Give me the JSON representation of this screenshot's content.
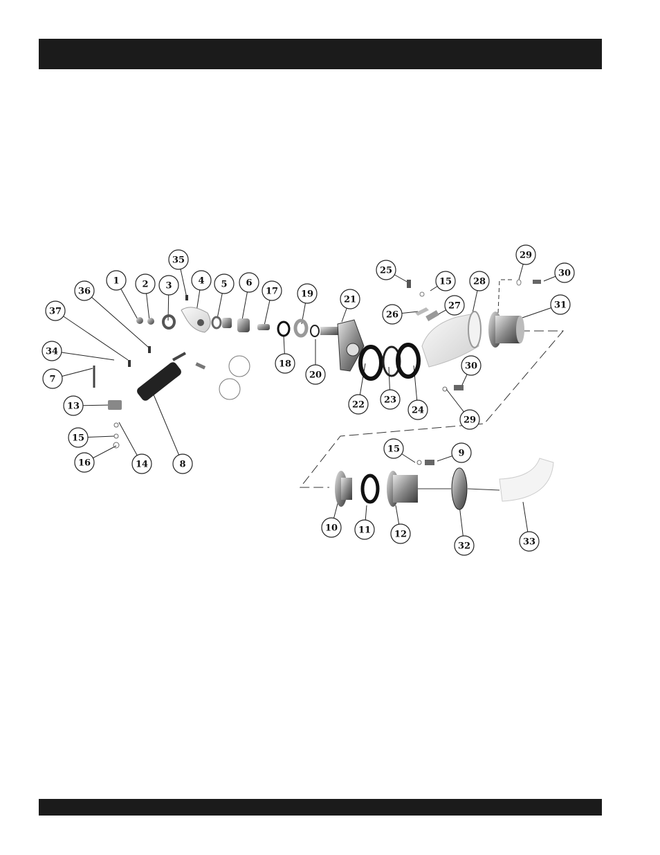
{
  "callouts": [
    {
      "id": "c1",
      "label": "1"
    },
    {
      "id": "c2",
      "label": "2"
    },
    {
      "id": "c3",
      "label": "3"
    },
    {
      "id": "c4",
      "label": "4"
    },
    {
      "id": "c5",
      "label": "5"
    },
    {
      "id": "c6",
      "label": "6"
    },
    {
      "id": "c17",
      "label": "17"
    },
    {
      "id": "c19",
      "label": "19"
    },
    {
      "id": "c21",
      "label": "21"
    },
    {
      "id": "c25",
      "label": "25"
    },
    {
      "id": "c15a",
      "label": "15"
    },
    {
      "id": "c28",
      "label": "28"
    },
    {
      "id": "c29a",
      "label": "29"
    },
    {
      "id": "c30a",
      "label": "30"
    },
    {
      "id": "c31",
      "label": "31"
    },
    {
      "id": "c35",
      "label": "35"
    },
    {
      "id": "c36",
      "label": "36"
    },
    {
      "id": "c37",
      "label": "37"
    },
    {
      "id": "c34",
      "label": "34"
    },
    {
      "id": "c7",
      "label": "7"
    },
    {
      "id": "c13",
      "label": "13"
    },
    {
      "id": "c15b",
      "label": "15"
    },
    {
      "id": "c16",
      "label": "16"
    },
    {
      "id": "c14",
      "label": "14"
    },
    {
      "id": "c8",
      "label": "8"
    },
    {
      "id": "c18",
      "label": "18"
    },
    {
      "id": "c20",
      "label": "20"
    },
    {
      "id": "c22",
      "label": "22"
    },
    {
      "id": "c23",
      "label": "23"
    },
    {
      "id": "c24",
      "label": "24"
    },
    {
      "id": "c26",
      "label": "26"
    },
    {
      "id": "c27",
      "label": "27"
    },
    {
      "id": "c30b",
      "label": "30"
    },
    {
      "id": "c29b",
      "label": "29"
    },
    {
      "id": "c15c",
      "label": "15"
    },
    {
      "id": "c9",
      "label": "9"
    },
    {
      "id": "c10",
      "label": "10"
    },
    {
      "id": "c11",
      "label": "11"
    },
    {
      "id": "c12",
      "label": "12"
    },
    {
      "id": "c32",
      "label": "32"
    },
    {
      "id": "c33",
      "label": "33"
    }
  ]
}
